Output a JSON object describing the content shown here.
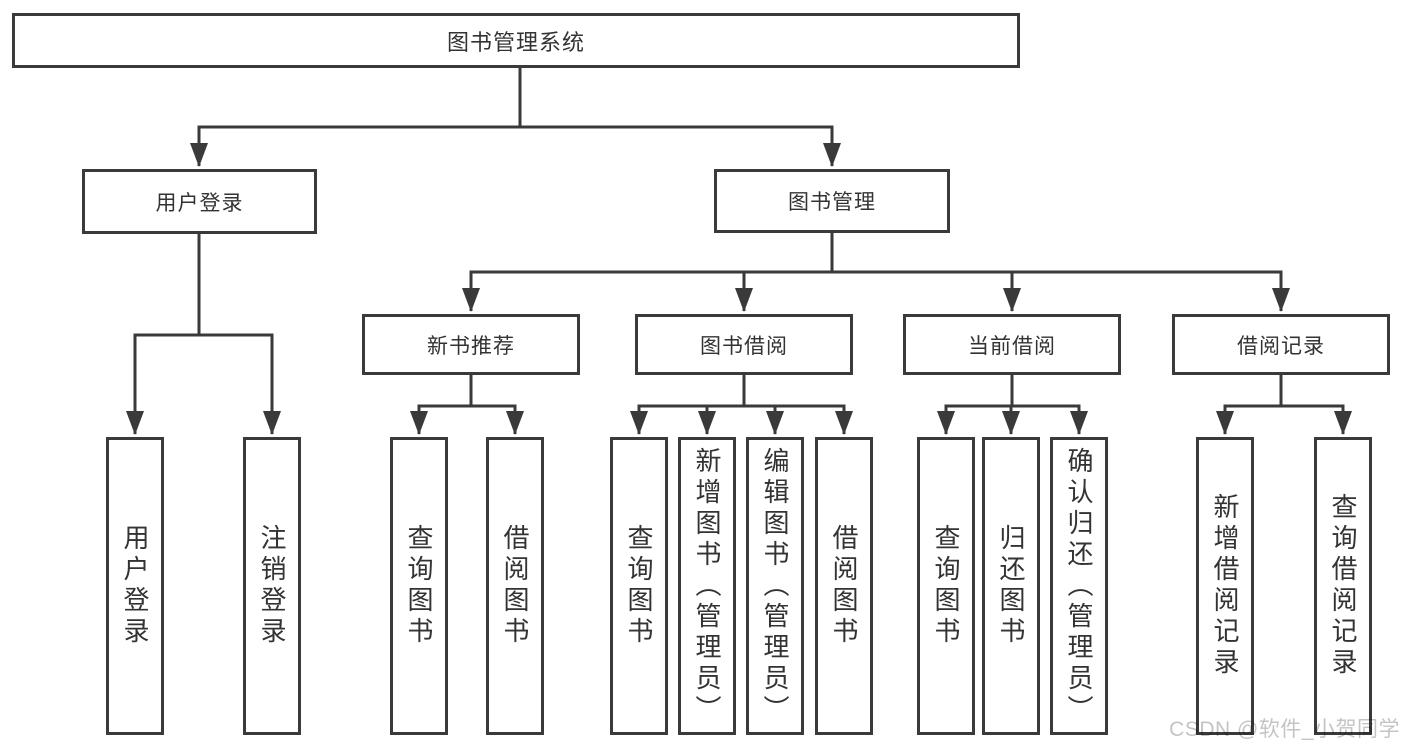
{
  "diagram": {
    "root": {
      "label": "图书管理系统"
    },
    "level1": [
      {
        "label": "用户登录"
      },
      {
        "label": "图书管理"
      }
    ],
    "level2": [
      {
        "label": "新书推荐"
      },
      {
        "label": "图书借阅"
      },
      {
        "label": "当前借阅"
      },
      {
        "label": "借阅记录"
      }
    ],
    "leaves": {
      "user_login": [
        "用户登录",
        "注销登录"
      ],
      "new_books": [
        "查询图书",
        "借阅图书"
      ],
      "book_borrow": [
        "查询图书",
        "新增图书（管理员）",
        "编辑图书（管理员）",
        "借阅图书"
      ],
      "current_borrow": [
        "查询图书",
        "归还图书",
        "确认归还（管理员）"
      ],
      "borrow_records": [
        "新增借阅记录",
        "查询借阅记录"
      ]
    }
  },
  "watermark": "CSDN @软件_小贺同学",
  "colors": {
    "line": "#3a3a3a",
    "text": "#333333",
    "watermark": "#c4c4c4",
    "background": "#ffffff"
  }
}
